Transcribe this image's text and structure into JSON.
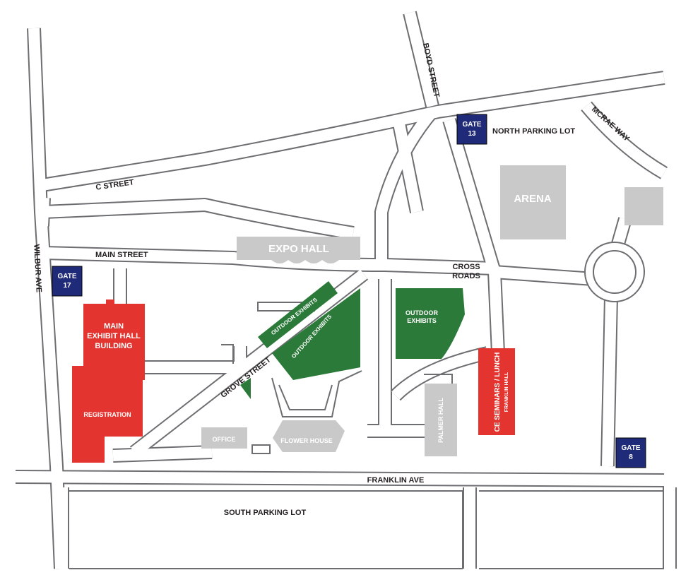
{
  "colors": {
    "road_fill": "#ffffff",
    "road_edge": "#6d6e71",
    "gray_building": "#c9c9c9",
    "red_building": "#e3342f",
    "green_exhibit": "#2c7a3a",
    "gate": "#1f2a78",
    "label": "#231f20"
  },
  "roads": {
    "boyd_street": "BOYD STREET",
    "mcrae_way": "MCRAE WAY",
    "c_street": "C STREET",
    "main_street": "MAIN STREET",
    "wilbur_ave": "WILBUR AVE",
    "grove_street": "GROVE STREET",
    "franklin_ave": "FRANKLIN AVE",
    "cross_roads_1": "CROSS",
    "cross_roads_2": "ROADS"
  },
  "lots": {
    "north": "NORTH PARKING LOT",
    "south": "SOUTH PARKING LOT"
  },
  "gates": {
    "gate13": {
      "l1": "GATE",
      "l2": "13"
    },
    "gate17": {
      "l1": "GATE",
      "l2": "17"
    },
    "gate8": {
      "l1": "GATE",
      "l2": "8"
    }
  },
  "buildings": {
    "arena": "ARENA",
    "expo_hall": "EXPO HALL",
    "main_hall_1": "MAIN",
    "main_hall_2": "EXHIBIT HALL",
    "main_hall_3": "BUILDING",
    "registration": "REGISTRATION",
    "office": "OFFICE",
    "flower_house": "FLOWER HOUSE",
    "palmer_hall": "PALMER HALL",
    "ce_seminars": "CE SEMINARS / LUNCH",
    "franklin_hall": "FRANKLIN HALL"
  },
  "exhibits": {
    "outdoor_1": "OUTDOOR EXHIBITS",
    "outdoor_2": "OUTDOOR EXHIBITS",
    "outdoor_3a": "OUTDOOR",
    "outdoor_3b": "EXHIBITS"
  }
}
